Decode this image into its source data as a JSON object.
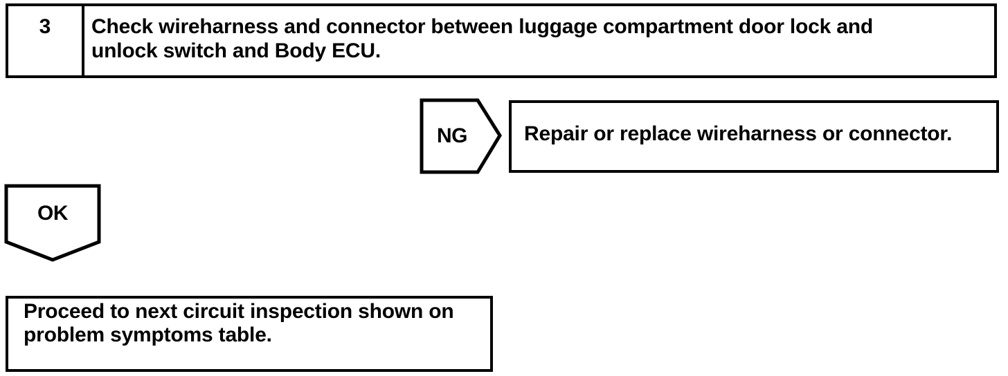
{
  "colors": {
    "ink": "#000000",
    "paper": "#ffffff"
  },
  "flowchart": {
    "step_box": {
      "number": "3",
      "instruction_lines": [
        "Check wireharness and connector between luggage compartment door lock and",
        "unlock switch and Body ECU."
      ]
    },
    "ng_branch": {
      "label": "NG",
      "action": "Repair or replace wireharness or connector."
    },
    "ok_branch": {
      "label": "OK"
    },
    "result_box": {
      "lines": [
        "Proceed to next circuit inspection shown on",
        "problem symptoms table."
      ]
    }
  }
}
